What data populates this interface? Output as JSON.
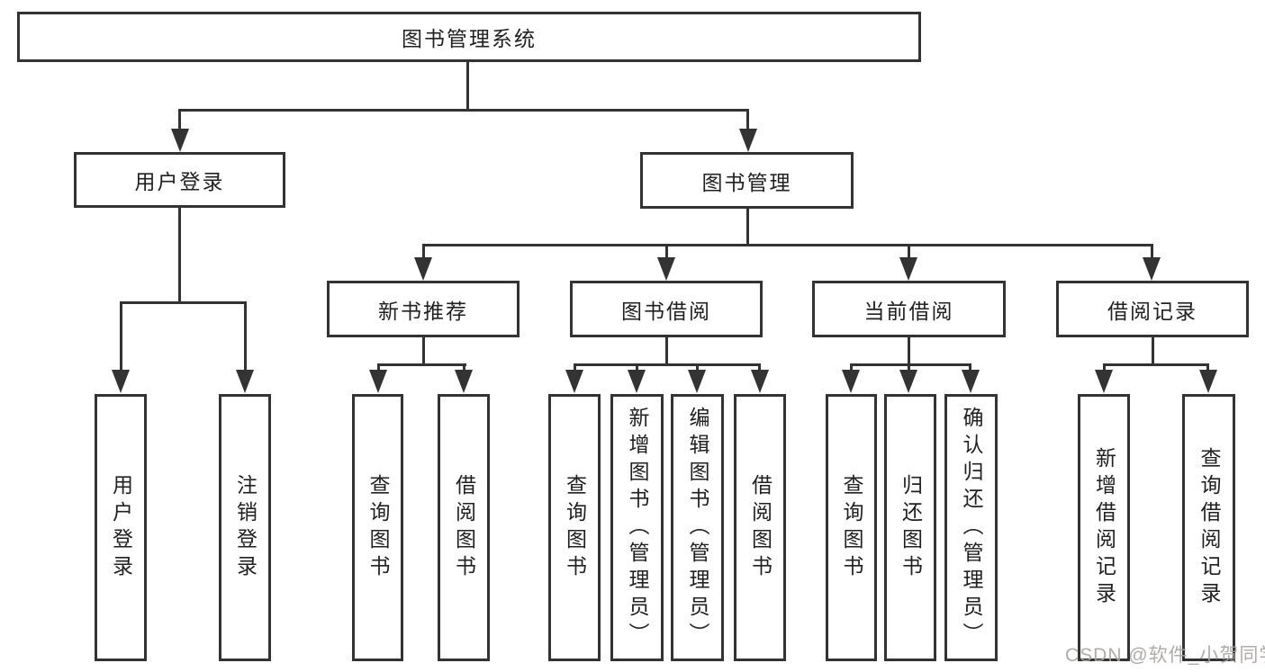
{
  "colors": {
    "line": "#333333",
    "box_border": "#333333",
    "box_fill": "#ffffff",
    "text": "#212121",
    "watermark": "#a6a3a0",
    "background": "#ffffff"
  },
  "watermark": {
    "text": "CSDN @软件_小贺同学"
  },
  "tree": {
    "root": {
      "label": "图书管理系统"
    },
    "branches": [
      {
        "label": "用户登录",
        "children": [
          {
            "label": "用户登录"
          },
          {
            "label": "注销登录"
          }
        ]
      },
      {
        "label": "图书管理",
        "groups": [
          {
            "label": "新书推荐",
            "children": [
              {
                "label": "查询图书"
              },
              {
                "label": "借阅图书"
              }
            ]
          },
          {
            "label": "图书借阅",
            "children": [
              {
                "label": "查询图书"
              },
              {
                "label": "新增图书（管理员）"
              },
              {
                "label": "编辑图书（管理员）"
              },
              {
                "label": "借阅图书"
              }
            ]
          },
          {
            "label": "当前借阅",
            "children": [
              {
                "label": "查询图书"
              },
              {
                "label": "归还图书"
              },
              {
                "label": "确认归还（管理员）"
              }
            ]
          },
          {
            "label": "借阅记录",
            "children": [
              {
                "label": "新增借阅记录"
              },
              {
                "label": "查询借阅记录"
              }
            ]
          }
        ]
      }
    ]
  }
}
